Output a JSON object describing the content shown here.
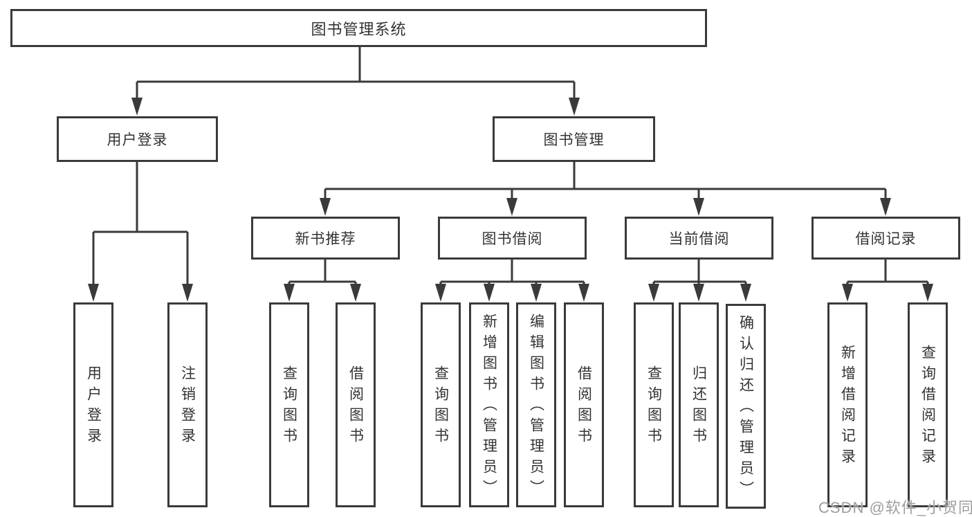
{
  "tree": {
    "label": "图书管理系统",
    "children": [
      {
        "label": "用户登录",
        "children": [
          {
            "label": "用户登录"
          },
          {
            "label": "注销登录"
          }
        ]
      },
      {
        "label": "图书管理",
        "children": [
          {
            "label": "新书推荐",
            "children": [
              {
                "label": "查询图书"
              },
              {
                "label": "借阅图书"
              }
            ]
          },
          {
            "label": "图书借阅",
            "children": [
              {
                "label": "查询图书"
              },
              {
                "label": "新增图书（管理员）"
              },
              {
                "label": "编辑图书（管理员）"
              },
              {
                "label": "借阅图书"
              }
            ]
          },
          {
            "label": "当前借阅",
            "children": [
              {
                "label": "查询图书"
              },
              {
                "label": "归还图书"
              },
              {
                "label": "确认归还（管理员）"
              }
            ]
          },
          {
            "label": "借阅记录",
            "children": [
              {
                "label": "新增借阅记录"
              },
              {
                "label": "查询借阅记录"
              }
            ]
          }
        ]
      }
    ]
  },
  "watermark": {
    "text": "CSDN @软件_小贺同学"
  },
  "colors": {
    "line": "#3a3a3a",
    "box_border": "#3a3a3a",
    "text": "#333333",
    "watermark": "#9e9e9e",
    "background": "#ffffff"
  }
}
